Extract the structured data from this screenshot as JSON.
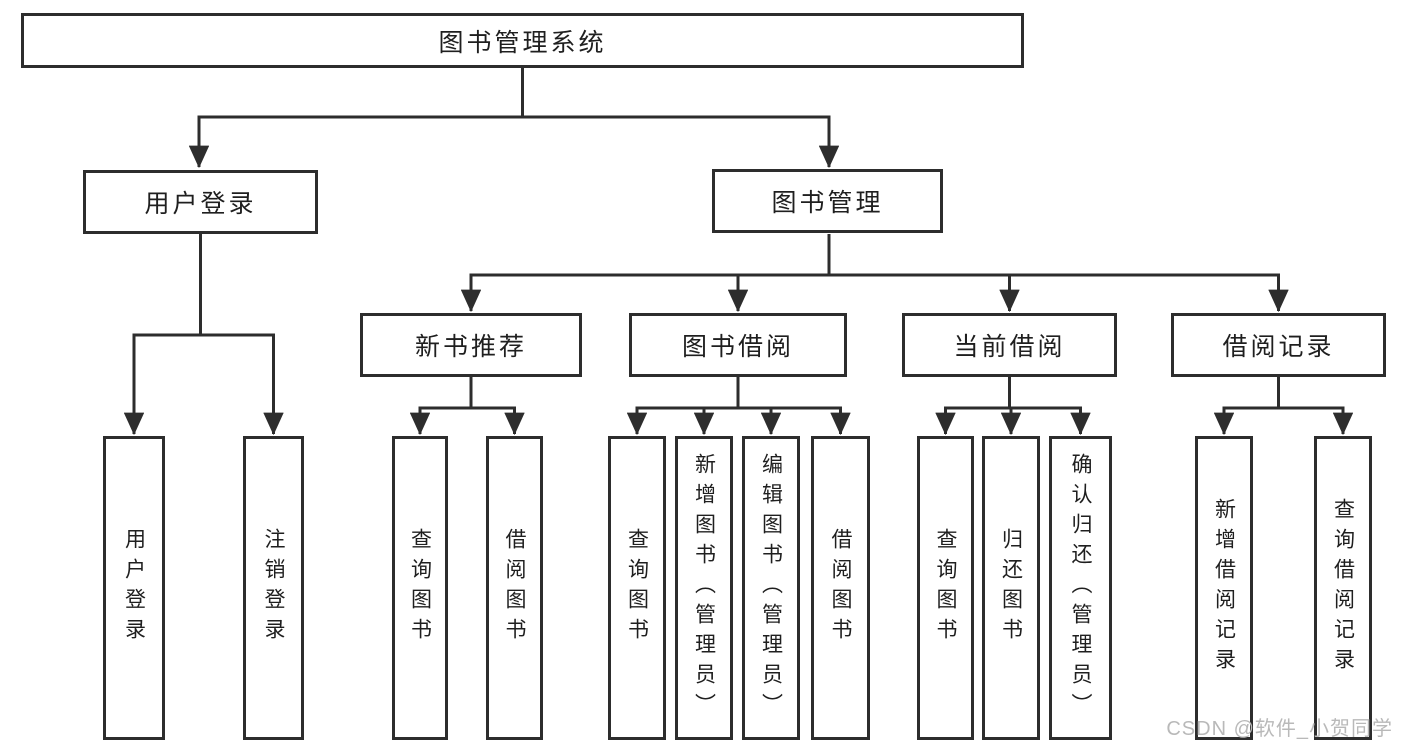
{
  "page": {
    "watermark": "CSDN @软件_小贺同学"
  },
  "colors": {
    "line": "#2d2d2d",
    "box_border": "#2d2d2d",
    "text": "#1f1f1f",
    "watermark": "#b9b9b9",
    "background": "#ffffff"
  },
  "nodes": {
    "root": "图书管理系统",
    "user_login": "用户登录",
    "book_management": "图书管理",
    "new_book_recommend": "新书推荐",
    "book_borrow": "图书借阅",
    "current_borrow": "当前借阅",
    "borrow_record": "借阅记录",
    "leaf_user_login": "用户登录",
    "leaf_logout": "注销登录",
    "leaf_query_book_a": "查询图书",
    "leaf_borrow_book_a": "借阅图书",
    "leaf_query_book_b": "查询图书",
    "leaf_add_book": "新增图书（管理员）",
    "leaf_edit_book": "编辑图书（管理员）",
    "leaf_borrow_book_b": "借阅图书",
    "leaf_query_book_c": "查询图书",
    "leaf_return_book": "归还图书",
    "leaf_confirm_return": "确认归还（管理员）",
    "leaf_add_record": "新增借阅记录",
    "leaf_query_record": "查询借阅记录"
  },
  "edges": [
    {
      "parent": "图书管理系统",
      "children": [
        "用户登录",
        "图书管理"
      ]
    },
    {
      "parent": "用户登录",
      "children": [
        "用户登录",
        "注销登录"
      ]
    },
    {
      "parent": "图书管理",
      "children": [
        "新书推荐",
        "图书借阅",
        "当前借阅",
        "借阅记录"
      ]
    },
    {
      "parent": "新书推荐",
      "children": [
        "查询图书",
        "借阅图书"
      ]
    },
    {
      "parent": "图书借阅",
      "children": [
        "查询图书",
        "新增图书（管理员）",
        "编辑图书（管理员）",
        "借阅图书"
      ]
    },
    {
      "parent": "当前借阅",
      "children": [
        "查询图书",
        "归还图书",
        "确认归还（管理员）"
      ]
    },
    {
      "parent": "借阅记录",
      "children": [
        "新增借阅记录",
        "查询借阅记录"
      ]
    }
  ]
}
